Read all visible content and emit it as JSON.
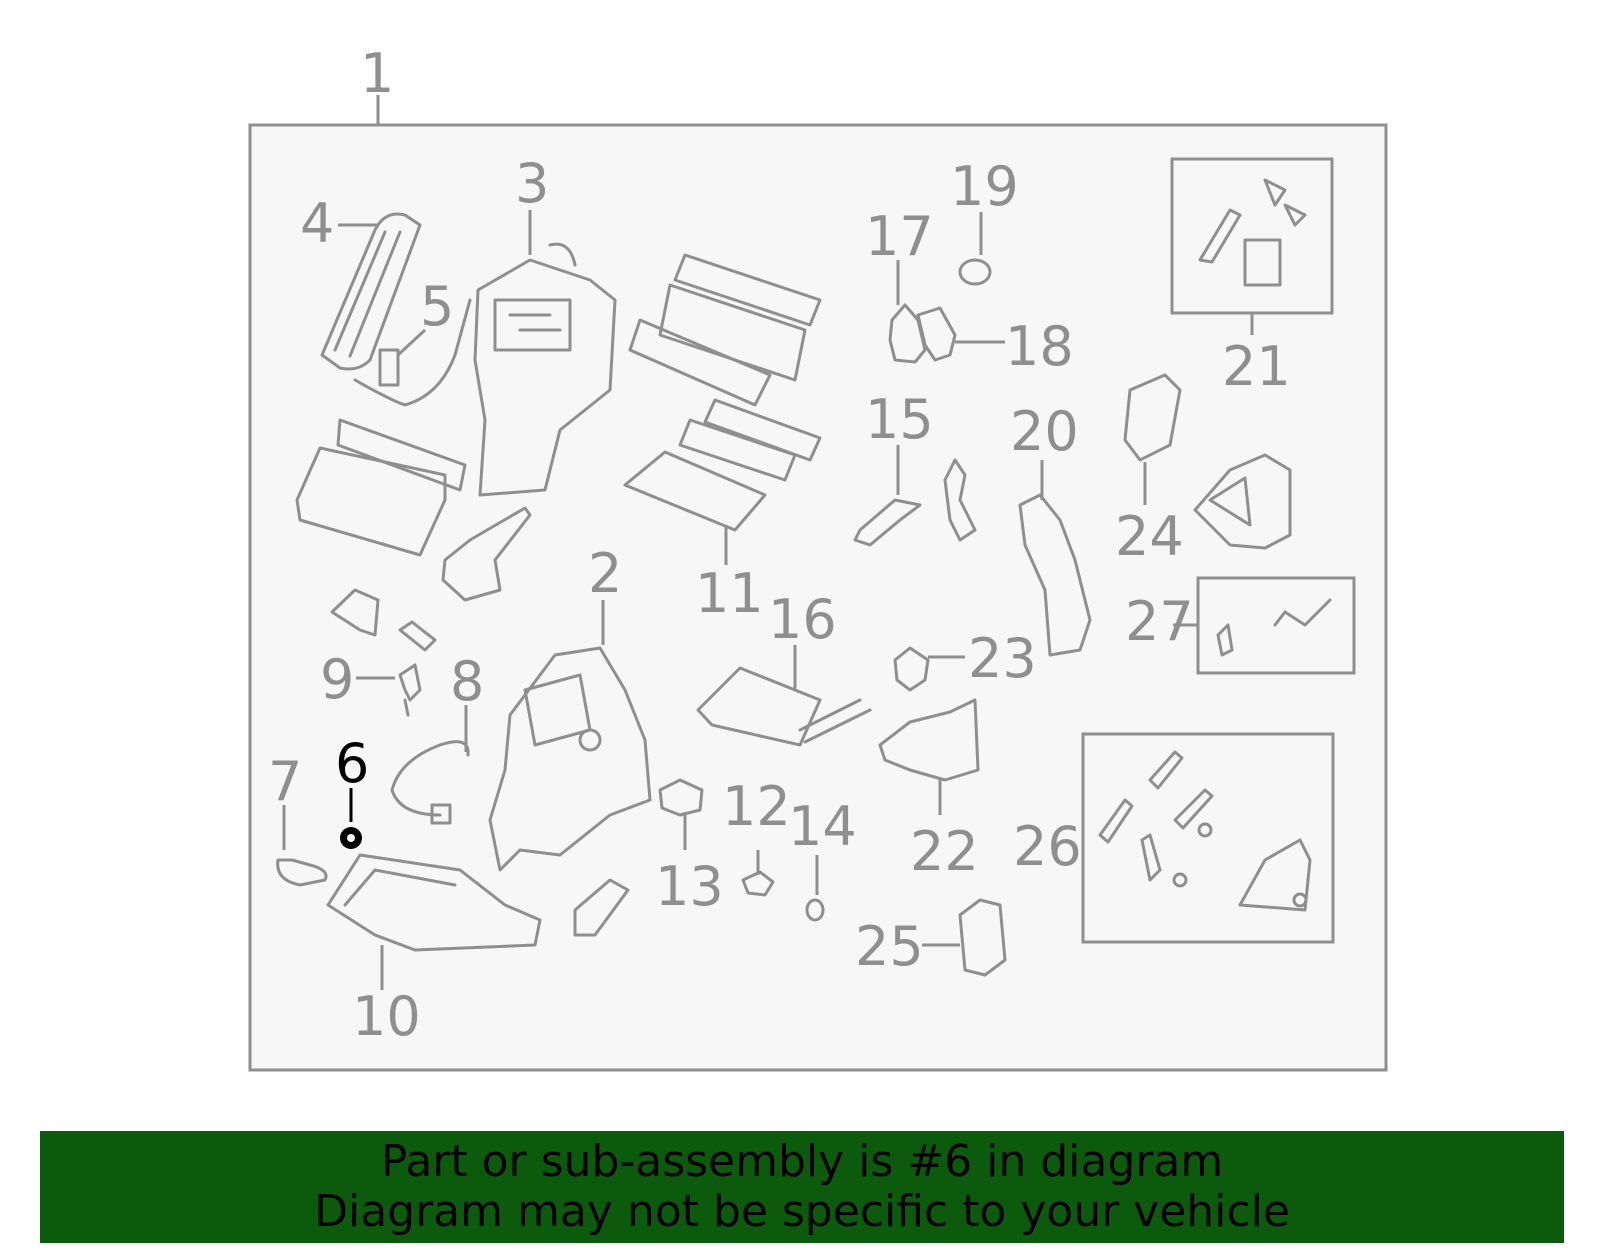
{
  "callouts": [
    "1",
    "2",
    "3",
    "4",
    "5",
    "6",
    "7",
    "8",
    "9",
    "10",
    "11",
    "12",
    "13",
    "14",
    "15",
    "16",
    "17",
    "18",
    "19",
    "20",
    "21",
    "22",
    "23",
    "24",
    "25",
    "26",
    "27"
  ],
  "highlighted_part": "6",
  "colors": {
    "diagram_stroke": "#8f8f8f",
    "frame_fill": "#f7f7f7",
    "highlight": "#000000",
    "banner_bg": "#0c5a0c",
    "banner_text": "#000000"
  },
  "banner": {
    "line1": "Part or sub-assembly is #6 in diagram",
    "line2": "Diagram may not be specific to your vehicle"
  }
}
